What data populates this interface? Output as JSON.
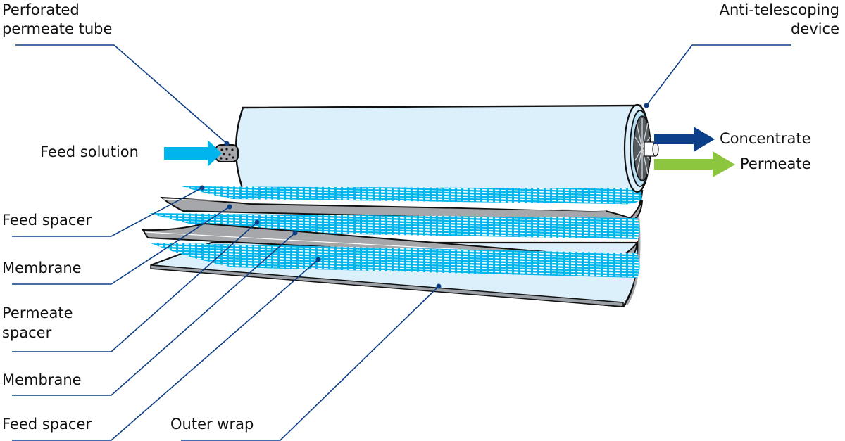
{
  "title": "Spiral wound membrane module",
  "colors": {
    "leader_line": "#0d3f86",
    "feed_arrow": "#00b5ec",
    "concentrate_arrow": "#0c3f8a",
    "permeate_arrow": "#8cc63f",
    "cylinder_fill": "#dcf0fb",
    "spacer_mesh": "#00b5ec",
    "membrane_gray": "#a6a7aa"
  },
  "labels": {
    "perforated_tube": [
      "Perforated",
      "permeate tube"
    ],
    "anti_telescoping": [
      "Anti-telescoping",
      "device"
    ],
    "feed_solution": "Feed solution",
    "concentrate": "Concentrate",
    "permeate": "Permeate",
    "feed_spacer_1": "Feed spacer",
    "membrane_1": "Membrane",
    "permeate_spacer": [
      "Permeate",
      "spacer"
    ],
    "membrane_2": "Membrane",
    "feed_spacer_2": "Feed spacer",
    "outer_wrap": "Outer wrap"
  },
  "components": [
    {
      "id": "perforated-permeate-tube",
      "name": "Perforated permeate tube"
    },
    {
      "id": "anti-telescoping-device",
      "name": "Anti-telescoping device"
    },
    {
      "id": "feed-spacer",
      "name": "Feed spacer"
    },
    {
      "id": "membrane",
      "name": "Membrane"
    },
    {
      "id": "permeate-spacer",
      "name": "Permeate spacer"
    },
    {
      "id": "outer-wrap",
      "name": "Outer wrap"
    }
  ],
  "flows": [
    {
      "id": "feed",
      "name": "Feed solution",
      "direction": "in"
    },
    {
      "id": "concentrate",
      "name": "Concentrate",
      "direction": "out"
    },
    {
      "id": "permeate",
      "name": "Permeate",
      "direction": "out"
    }
  ]
}
